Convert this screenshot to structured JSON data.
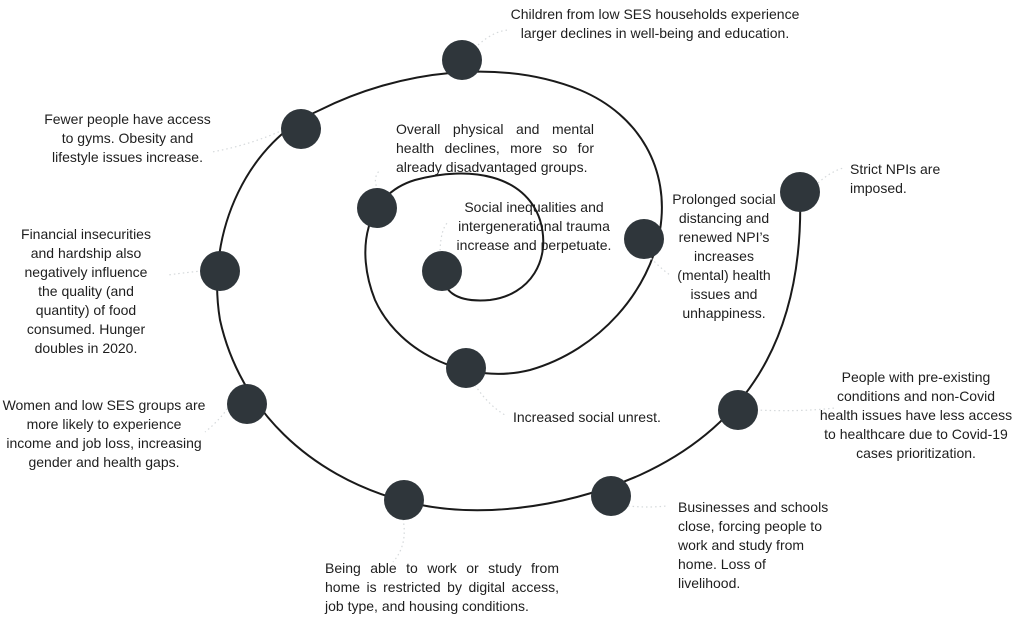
{
  "diagram": {
    "type": "spiral-flow",
    "colors": {
      "node": "#2f363b",
      "spiral": "#1a1a1a",
      "connector": "#d5d9db",
      "text": "#1e1e1e"
    },
    "steps": [
      {
        "id": "strict-npis",
        "text": "Strict NPIs are\nimposed."
      },
      {
        "id": "health-access",
        "text": "People with pre-existing\nconditions and non-Covid\nhealth issues have less access\nto healthcare due to Covid-19\ncases prioritization."
      },
      {
        "id": "businesses-close",
        "text": "Businesses and schools\nclose, forcing people to\nwork and study from\nhome. Loss of\nlivelihood."
      },
      {
        "id": "work-from-home",
        "text": "Being able to work or study from home is restricted by digital access, job type, and housing conditions."
      },
      {
        "id": "women-low-ses",
        "text": "Women and low SES groups are\nmore likely to experience\nincome and job loss, increasing\ngender and health gaps."
      },
      {
        "id": "financial-insecurity",
        "text": "Financial insecurities\nand hardship also\nnegatively influence\nthe quality (and\nquantity) of food\nconsumed. Hunger\ndoubles in 2020."
      },
      {
        "id": "gyms",
        "text": "Fewer people have access\nto gyms. Obesity and\nlifestyle issues increase."
      },
      {
        "id": "children",
        "text": "Children from low SES households experience\nlarger declines in well-being and education."
      },
      {
        "id": "prolonged-distancing",
        "text": "Prolonged social\ndistancing and\nrenewed NPI’s\nincreases\n(mental) health\nissues and\nunhappiness."
      },
      {
        "id": "social-unrest",
        "text": "Increased social unrest."
      },
      {
        "id": "physical-mental",
        "text": "Overall physical and mental health declines, more so for already disadvantaged groups."
      },
      {
        "id": "inequalities",
        "text": "Social inequalities and\nintergenerational trauma\nincrease and perpetuate."
      }
    ]
  }
}
